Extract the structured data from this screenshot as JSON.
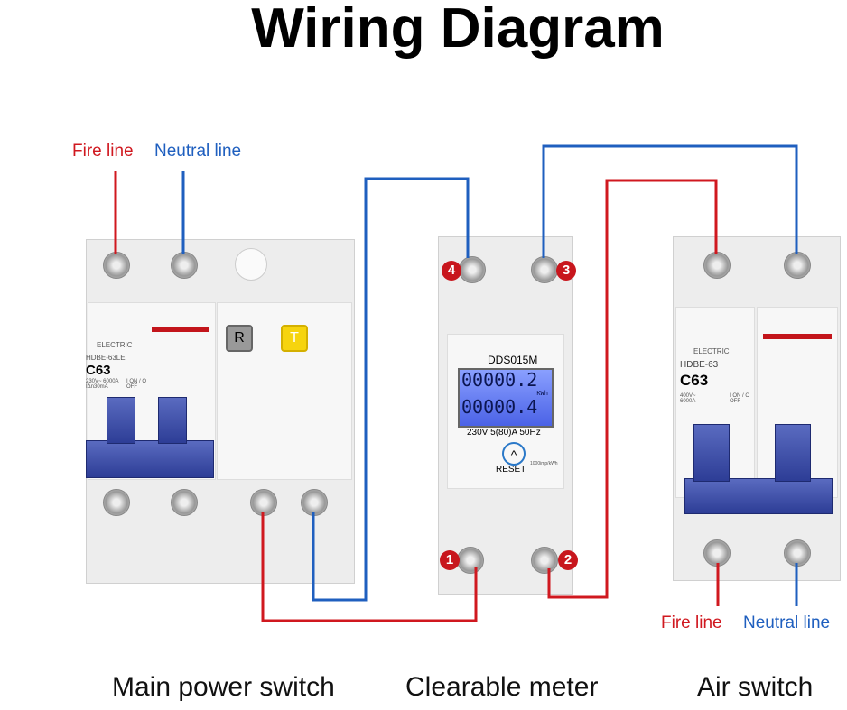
{
  "title": "Wiring Diagram",
  "colors": {
    "fire": "#d0181f",
    "neutral": "#1f5fbf"
  },
  "top_labels": {
    "fire": "Fire line",
    "neutral": "Neutral line"
  },
  "bottom_labels": {
    "fire": "Fire line",
    "neutral": "Neutral line"
  },
  "captions": {
    "main": "Main power switch",
    "meter": "Clearable meter",
    "air": "Air switch"
  },
  "main_switch": {
    "brand": "ELECTRIC",
    "model": "HDBE-63LE",
    "rating": "C63",
    "specs": "230V~ 6000A IΔn30mA",
    "onoff": "I ON / O OFF",
    "r_button": "R",
    "t_button": "T"
  },
  "meter": {
    "model": "DDS015M",
    "reading1": "00000.2",
    "unit": "KWh",
    "reading2": "00000.4",
    "spec": "230V 5(80)A 50Hz",
    "reset": "RESET",
    "imp": "1000imp/kWh",
    "terminals": [
      "1",
      "2",
      "3",
      "4"
    ]
  },
  "air_switch": {
    "brand": "ELECTRIC",
    "model": "HDBE-63",
    "rating": "C63",
    "specs": "400V~ 6000A",
    "onoff": "I ON / O OFF"
  }
}
